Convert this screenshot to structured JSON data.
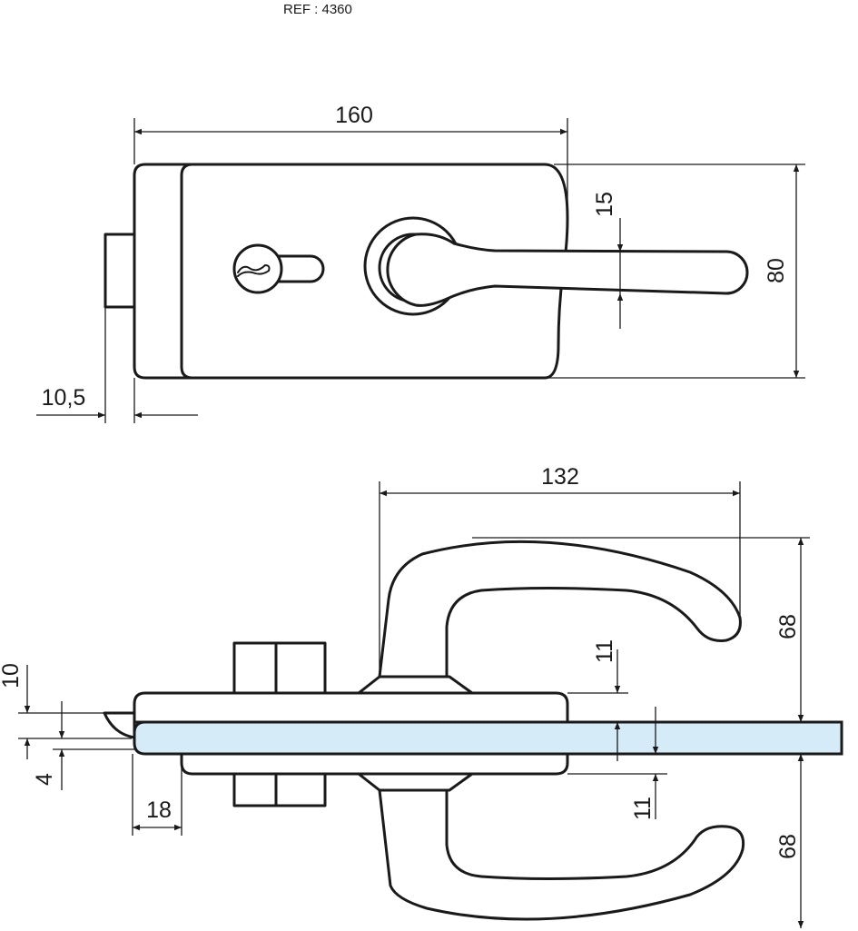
{
  "reference": "REF : 4360",
  "top_view": {
    "dim_width": "160",
    "dim_height": "80",
    "dim_handle": "15",
    "dim_bolt": "10,5"
  },
  "side_view": {
    "dim_handle_reach": "132",
    "dim_handle_height_top": "68",
    "dim_handle_height_bottom": "68",
    "dim_plate_top": "11",
    "dim_plate_bottom": "11",
    "dim_latch": "10",
    "dim_offset": "4",
    "dim_edge": "18"
  },
  "colors": {
    "glass": "#d5ebf8",
    "line": "#1a1a1a"
  }
}
